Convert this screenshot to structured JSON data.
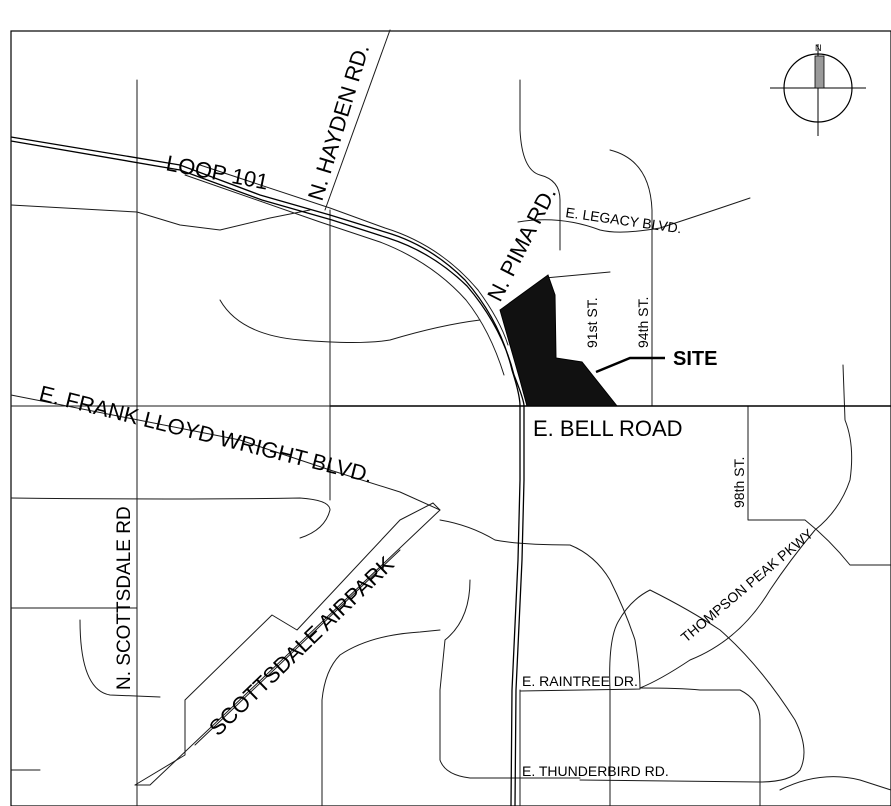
{
  "map": {
    "roads": {
      "loop101": "LOOP 101",
      "hayden": "N. HAYDEN RD.",
      "pima": "N. PIMA RD.",
      "legacy": "E. LEGACY BLVD.",
      "st91": "91st ST.",
      "st94": "94th ST.",
      "frank": "E. FRANK LLOYD WRIGHT BLVD.",
      "bell": "E. BELL ROAD",
      "st98": "98th ST.",
      "thompson": "THOMPSON PEAK PKWY",
      "scottsdale": "N. SCOTTSDALE RD",
      "airpark": "SCOTTSDALE AIRPARK",
      "raintree": "E. RAINTREE DR.",
      "thunderbird": "E. THUNDERBIRD RD."
    },
    "site_label": "SITE",
    "north_label": "N",
    "colors": {
      "ink": "#000000",
      "paper": "#ffffff",
      "compass_fill": "#9a9a9a"
    },
    "icons": {
      "north_arrow": "compass-north-arrow-icon"
    }
  }
}
